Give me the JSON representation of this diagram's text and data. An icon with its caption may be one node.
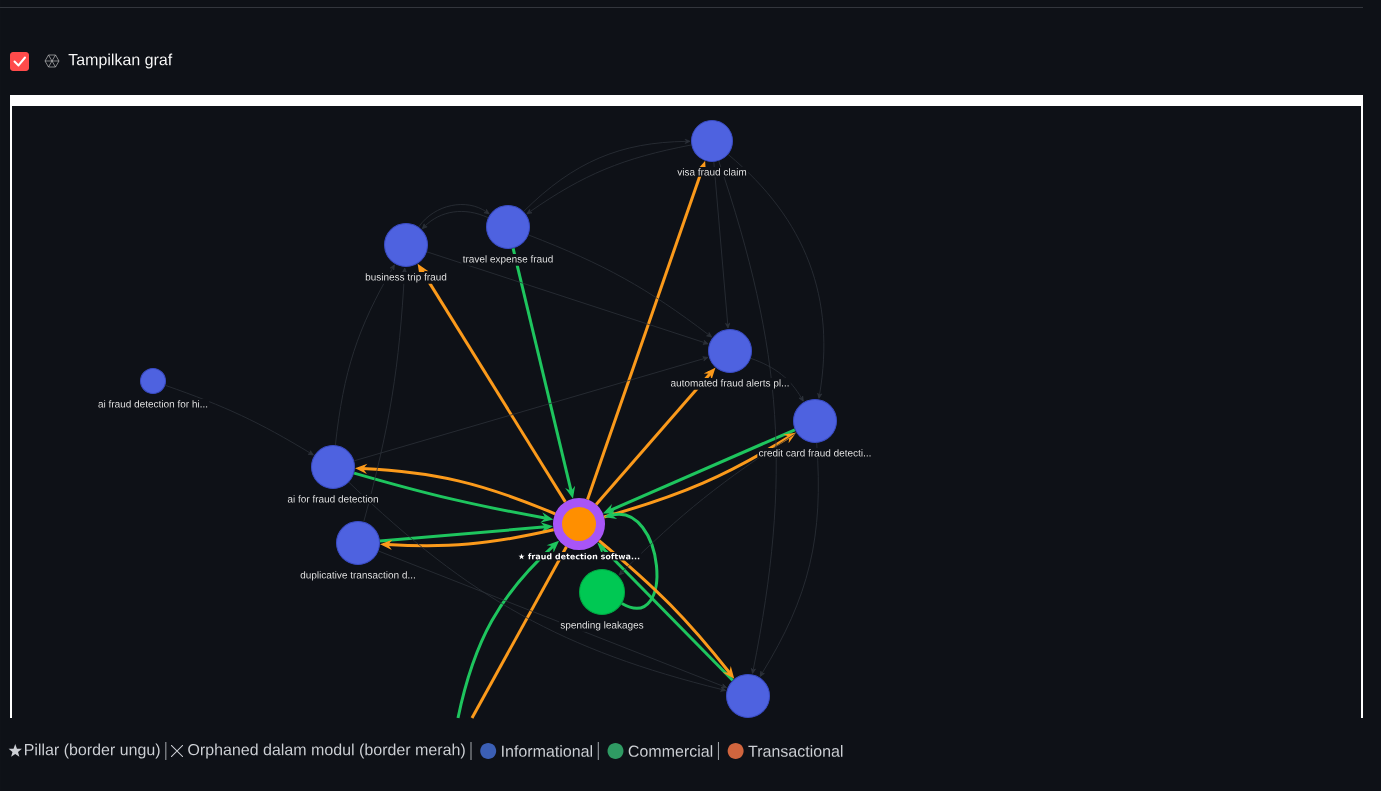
{
  "diagram": {
    "nodes": [
      {
        "text": [
          "visa fraud claim"
        ]
      },
      {
        "text": [
          "business trip fraud"
        ]
      },
      {
        "text": [
          "travel expense fraud"
        ]
      },
      {
        "text": [
          "automated fraud alerts pl..."
        ]
      },
      {
        "text": [
          "ai fraud detection for hi..."
        ]
      },
      {
        "text": [
          "credit card fraud detecti..."
        ]
      },
      {
        "text": [
          "ai for fraud detection"
        ]
      },
      {
        "text": [
          "★ fraud detection softwa..."
        ]
      },
      {
        "text": [
          "duplicative transaction d..."
        ]
      },
      {
        "text": [
          "spending leakages"
        ]
      },
      {
        "text": [],
        "shape": "circle"
      }
    ],
    "edges": [
      {
        "from": 7,
        "to": 0,
        "arrow": "to",
        "style": "thick",
        "color": "#fb9a1b"
      },
      {
        "from": 7,
        "to": 1,
        "arrow": "to",
        "style": "thick",
        "color": "#fb9a1b"
      },
      {
        "from": 2,
        "to": 7,
        "arrow": "to",
        "style": "thick",
        "color": "#1ec55e"
      },
      {
        "from": 7,
        "to": 3,
        "arrow": "to",
        "style": "thick",
        "color": "#fb9a1b"
      },
      {
        "from": 5,
        "to": 7,
        "arrow": "to",
        "style": "thick",
        "color": "#1ec55e"
      },
      {
        "from": 7,
        "to": 5,
        "arrow": "to",
        "style": "thick",
        "color": "#fb9a1b"
      },
      {
        "from": 7,
        "to": 6,
        "arrow": "to",
        "style": "thick",
        "color": "#fb9a1b"
      },
      {
        "from": 6,
        "to": 7,
        "arrow": "to",
        "style": "thick",
        "color": "#1ec55e"
      },
      {
        "from": 8,
        "to": 7,
        "arrow": "to",
        "style": "thick",
        "color": "#1ec55e"
      },
      {
        "from": 7,
        "to": 8,
        "arrow": "to",
        "style": "thick",
        "color": "#fb9a1b"
      },
      {
        "from": 9,
        "to": 7,
        "arrow": "to",
        "style": "thick",
        "color": "#1ec55e"
      },
      {
        "from": 10,
        "to": 7,
        "arrow": "to",
        "style": "thick",
        "color": "#1ec55e"
      },
      {
        "from": 7,
        "to": 10,
        "arrow": "to",
        "style": "thick",
        "color": "#fb9a1b"
      },
      {
        "from": null,
        "to": 7,
        "arrow": "to",
        "style": "thick",
        "color": "#1ec55e"
      },
      {
        "from": 7,
        "to": null,
        "arrow": "none",
        "style": "thick",
        "color": "#fb9a1b"
      },
      {
        "from": 4,
        "to": 6,
        "arrow": "to"
      },
      {
        "from": 1,
        "to": 2,
        "arrow": "to"
      },
      {
        "from": 2,
        "to": 1,
        "arrow": "to"
      },
      {
        "from": 2,
        "to": 0,
        "arrow": "to"
      },
      {
        "from": 0,
        "to": 2,
        "arrow": "to"
      },
      {
        "from": 1,
        "to": 3,
        "arrow": "to"
      },
      {
        "from": 2,
        "to": 3,
        "arrow": "to"
      },
      {
        "from": 0,
        "to": 3,
        "arrow": "to"
      },
      {
        "from": 3,
        "to": 5,
        "arrow": "to"
      },
      {
        "from": 0,
        "to": 5,
        "arrow": "to"
      },
      {
        "from": 5,
        "to": 10,
        "arrow": "to"
      },
      {
        "from": 0,
        "to": 10,
        "arrow": "to"
      },
      {
        "from": 6,
        "to": 1,
        "arrow": "to"
      },
      {
        "from": 8,
        "to": 1,
        "arrow": "to"
      },
      {
        "from": 6,
        "to": 3,
        "arrow": "to"
      },
      {
        "from": 8,
        "to": 10,
        "arrow": "to"
      },
      {
        "from": 6,
        "to": 10,
        "arrow": "to"
      },
      {
        "from": 5,
        "to": 9,
        "arrow": "to"
      }
    ],
    "labels": [
      "Tampilkan graf"
    ],
    "legend": [
      {
        "text": "Pillar (border ungu)"
      },
      {
        "text": "Orphaned dalam modul (border merah)"
      },
      {
        "text": "Informational",
        "color": "#3b5fb5"
      },
      {
        "text": "Commercial",
        "color": "#2f9a63"
      },
      {
        "text": "Transactional",
        "color": "#d0653e"
      }
    ]
  }
}
